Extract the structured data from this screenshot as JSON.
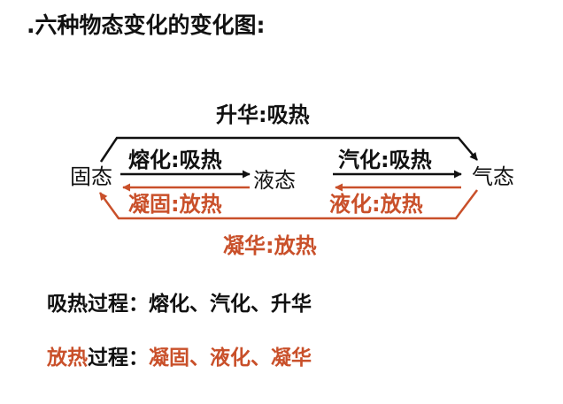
{
  "title": ".六种物态变化的变化图:",
  "colors": {
    "black": "#111111",
    "red": "#c9502a"
  },
  "diagram": {
    "states": {
      "solid": "固态",
      "liquid": "液态",
      "gas": "气态"
    },
    "transitions": {
      "sublimation": "升华:吸热",
      "melting": "熔化:吸热",
      "solidifying": "凝固:放热",
      "vaporization": "汽化:吸热",
      "liquefaction": "液化:放热",
      "desublimation": "凝华:放热"
    }
  },
  "summary": {
    "absorb": {
      "prefix": "吸热",
      "suffix": "过程：",
      "items": "熔化、汽化、升华"
    },
    "release": {
      "prefix": "放热",
      "suffix": "过程：",
      "items": "凝固、液化、凝华"
    }
  }
}
